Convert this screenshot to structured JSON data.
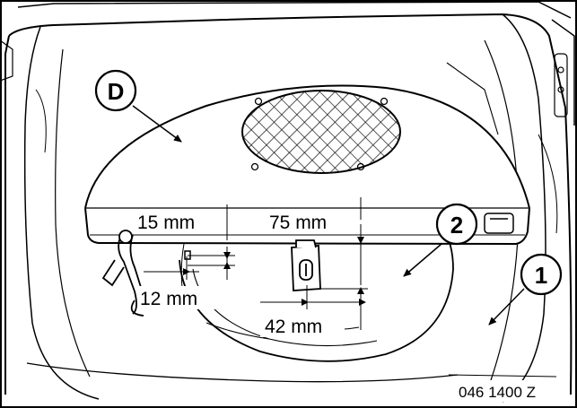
{
  "callouts": {
    "d": "D",
    "two": "2",
    "one": "1"
  },
  "dimensions": {
    "d15": "15 mm",
    "d75": "75 mm",
    "d12": "12 mm",
    "d42": "42 mm"
  },
  "figure_code": "046 1400 Z"
}
